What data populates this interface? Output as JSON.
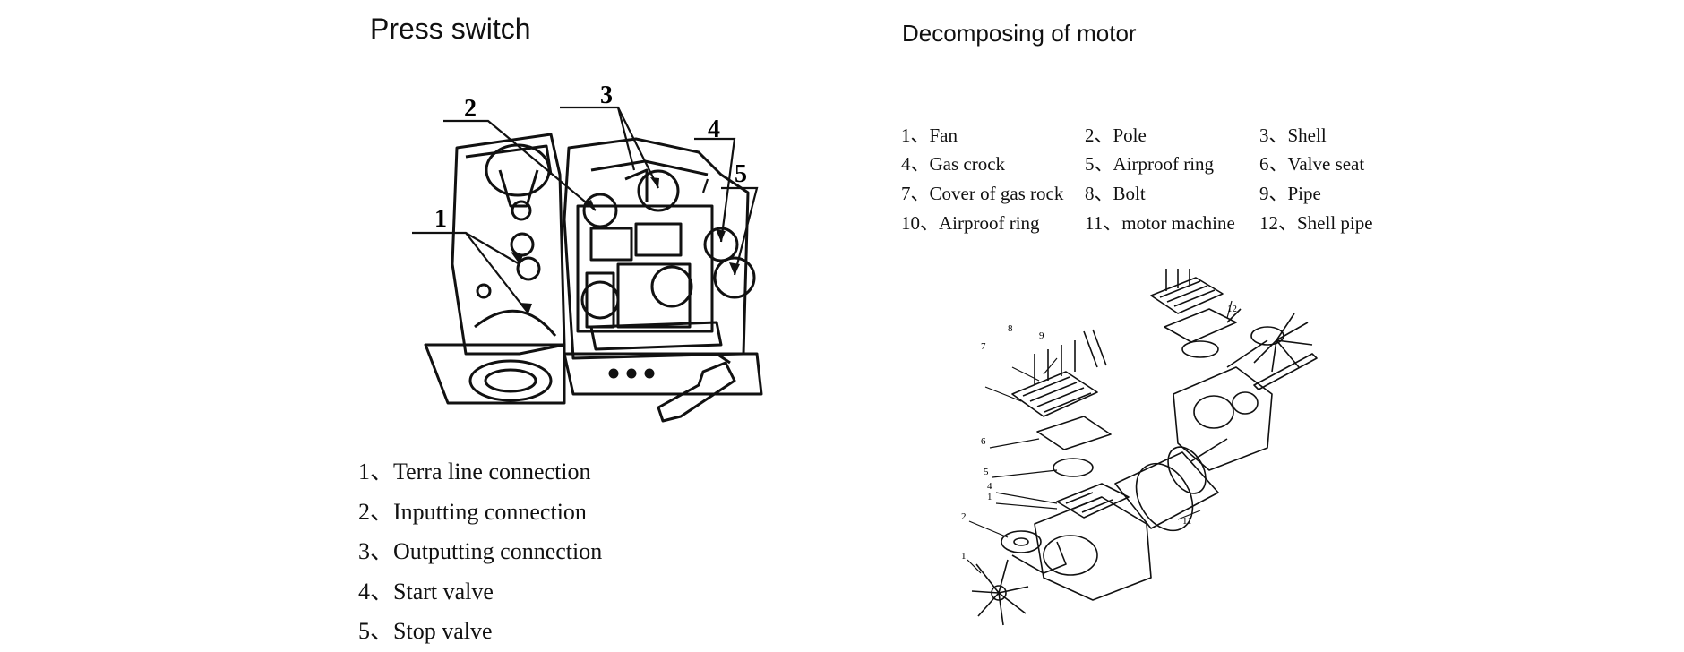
{
  "left_panel": {
    "title": "Press switch",
    "callouts": [
      "1",
      "2",
      "3",
      "4",
      "5"
    ],
    "legend": [
      {
        "num": "1、",
        "text": "Terra line connection"
      },
      {
        "num": "2、",
        "text": "Inputting connection"
      },
      {
        "num": "3、",
        "text": "Outputting connection"
      },
      {
        "num": "4、",
        "text": "Start valve"
      },
      {
        "num": "5、",
        "text": "Stop valve"
      }
    ]
  },
  "right_panel": {
    "title": "Decomposing of motor",
    "parts": [
      {
        "num": "1、",
        "text": "Fan"
      },
      {
        "num": "2、",
        "text": "Pole"
      },
      {
        "num": "3、",
        "text": "Shell"
      },
      {
        "num": "4、",
        "text": "Gas crock"
      },
      {
        "num": "5、",
        "text": "Airproof ring"
      },
      {
        "num": "6、",
        "text": "Valve seat"
      },
      {
        "num": "7、",
        "text": "Cover of gas rock"
      },
      {
        "num": "8、",
        "text": "Bolt"
      },
      {
        "num": "9、",
        "text": "Pipe"
      },
      {
        "num": "10、",
        "text": "Airproof ring"
      },
      {
        "num": "11、",
        "text": "motor machine"
      },
      {
        "num": "12、",
        "text": "Shell pipe"
      }
    ],
    "callouts": [
      "1",
      "2",
      "1",
      "4",
      "5",
      "6",
      "7",
      "8",
      "9",
      "11",
      "12"
    ]
  }
}
